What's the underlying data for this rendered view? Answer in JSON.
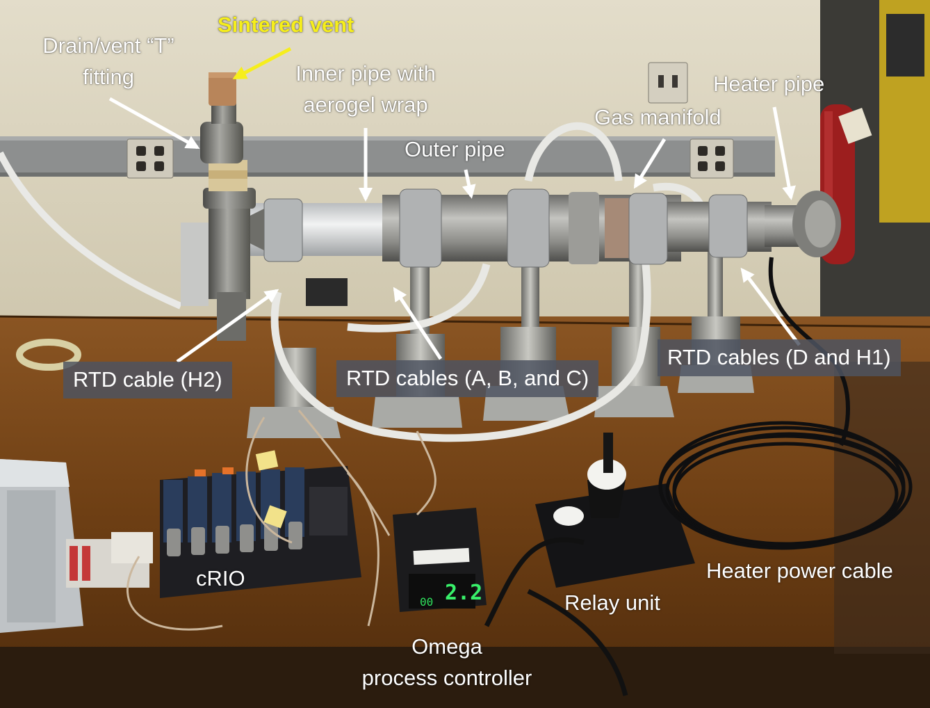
{
  "labels": {
    "sintered_vent": "Sintered vent",
    "drain_vent_line1": "Drain/vent “T”",
    "drain_vent_line2": "fitting",
    "inner_pipe_line1": "Inner pipe with",
    "inner_pipe_line2": "aerogel wrap",
    "outer_pipe": "Outer pipe",
    "gas_manifold": "Gas manifold",
    "heater_pipe": "Heater pipe",
    "rtd_h2": "RTD cable (H2)",
    "rtd_abc": "RTD cables (A, B, and C)",
    "rtd_d_h1": "RTD cables (D and H1)",
    "crio": "cRIO",
    "relay_unit": "Relay unit",
    "heater_power_cable": "Heater power cable",
    "omega_line1": "Omega",
    "omega_line2": "process controller"
  },
  "controller": {
    "display_value": "2.2",
    "display_small": "00"
  },
  "colors": {
    "label_text": "#ffffff",
    "highlight_label": "#f6ee1c",
    "label_box": "#4e5460",
    "wall": "#d9d2bd",
    "bench": "#6b3d14",
    "pipe": "#9a9a96"
  }
}
